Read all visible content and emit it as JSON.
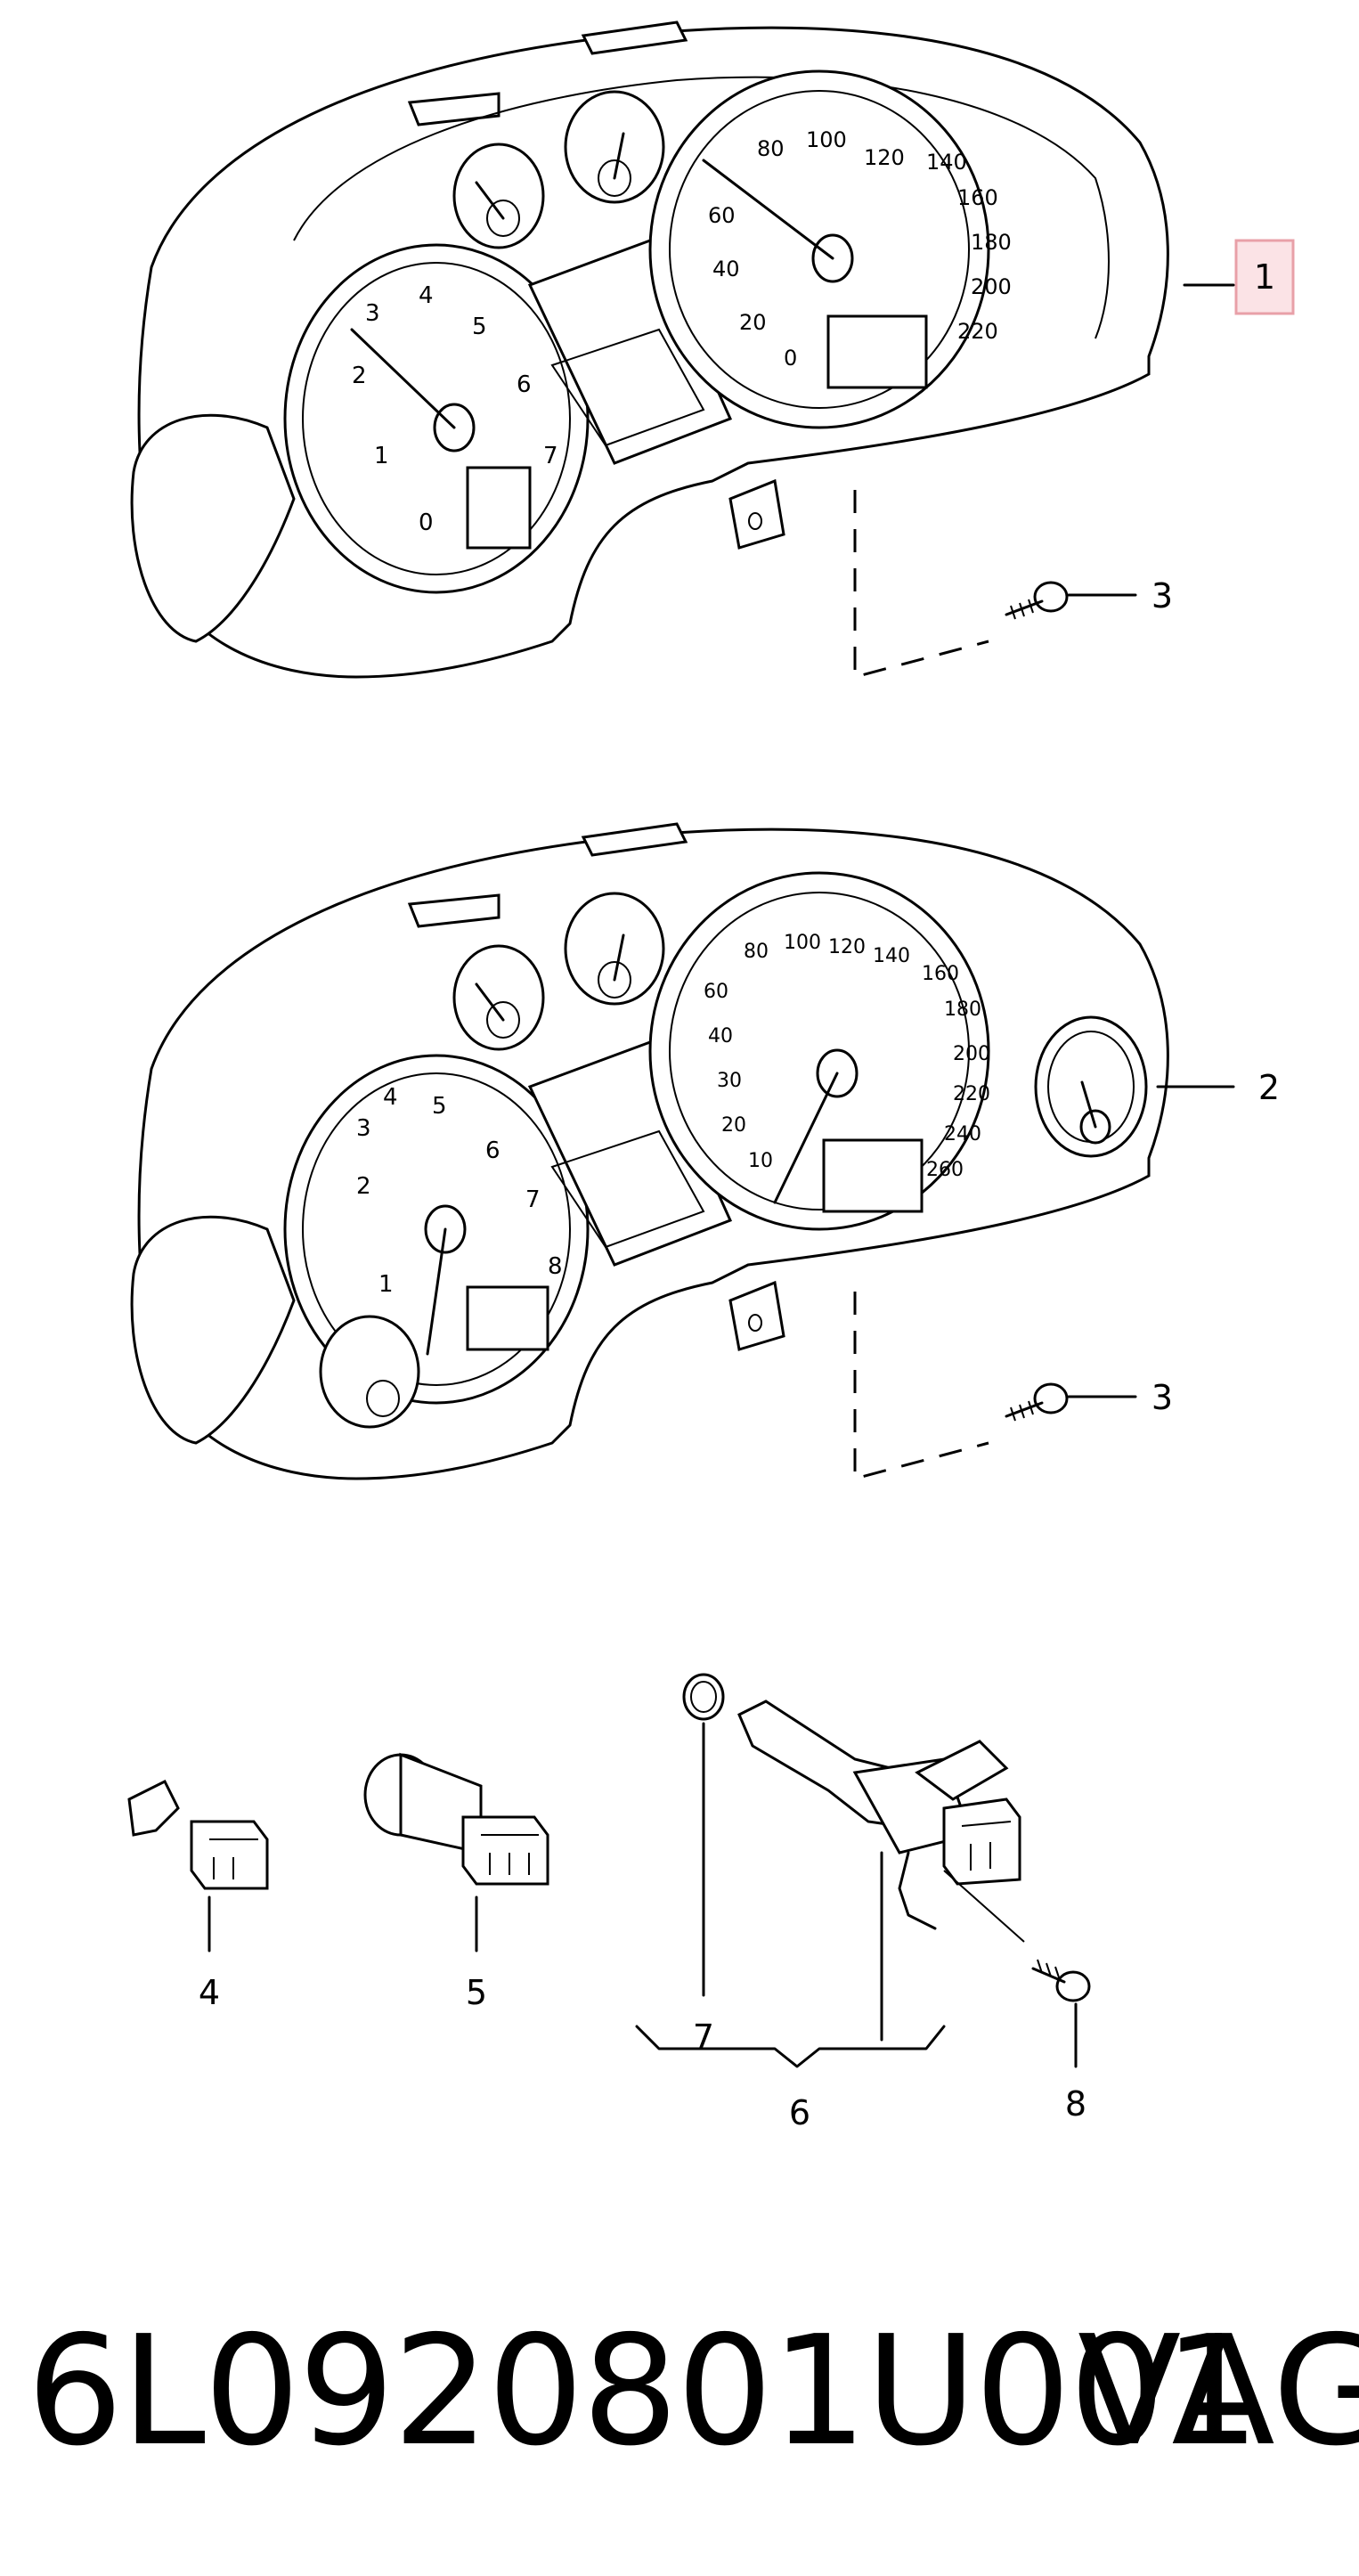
{
  "diagram": {
    "callouts": [
      {
        "id": "1",
        "highlighted": true
      },
      {
        "id": "2",
        "highlighted": false
      },
      {
        "id": "3",
        "highlighted": false
      },
      {
        "id": "3",
        "highlighted": false
      },
      {
        "id": "4",
        "highlighted": false
      },
      {
        "id": "5",
        "highlighted": false
      },
      {
        "id": "6",
        "highlighted": false
      },
      {
        "id": "7",
        "highlighted": false
      },
      {
        "id": "8",
        "highlighted": false
      }
    ],
    "highlight_color": "#e8a0a8",
    "highlight_fill": "#fbe3e6"
  },
  "footer": {
    "part_number": "6L0920801U001",
    "brand": "VAG"
  }
}
